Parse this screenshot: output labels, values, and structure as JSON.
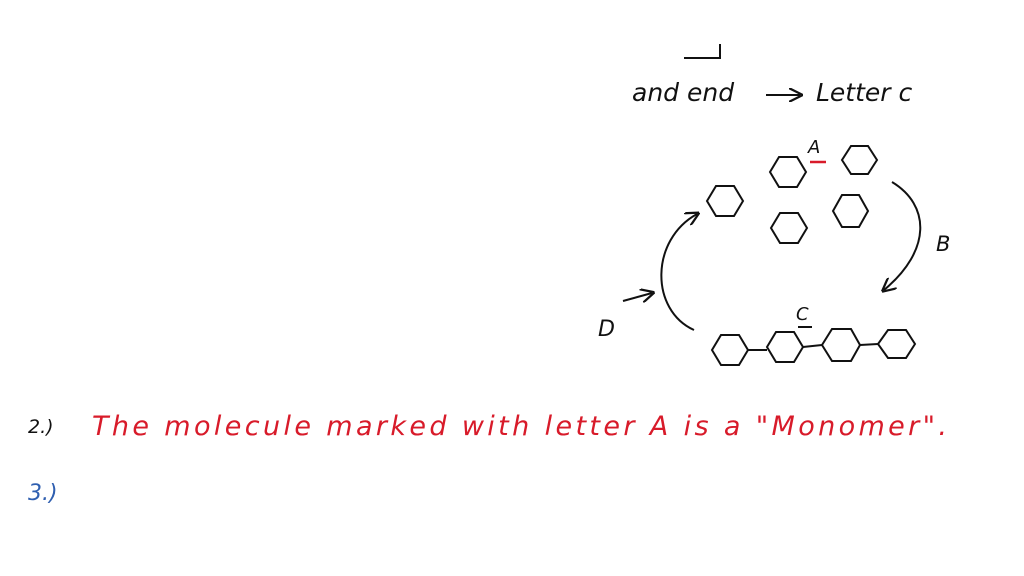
{
  "colors": {
    "ink": "#111111",
    "red": "#d81b2a",
    "blue": "#2f5fb0",
    "background": "#ffffff"
  },
  "top": {
    "phrase": "and end",
    "target": "Letter c"
  },
  "diagram": {
    "label_a": "A",
    "label_b": "B",
    "label_c": "C",
    "label_d": "D"
  },
  "answers": [
    {
      "number": "2.)",
      "text": "The molecule marked with letter A is a \"Monomer\"."
    },
    {
      "number": "3.)",
      "text": ""
    }
  ]
}
